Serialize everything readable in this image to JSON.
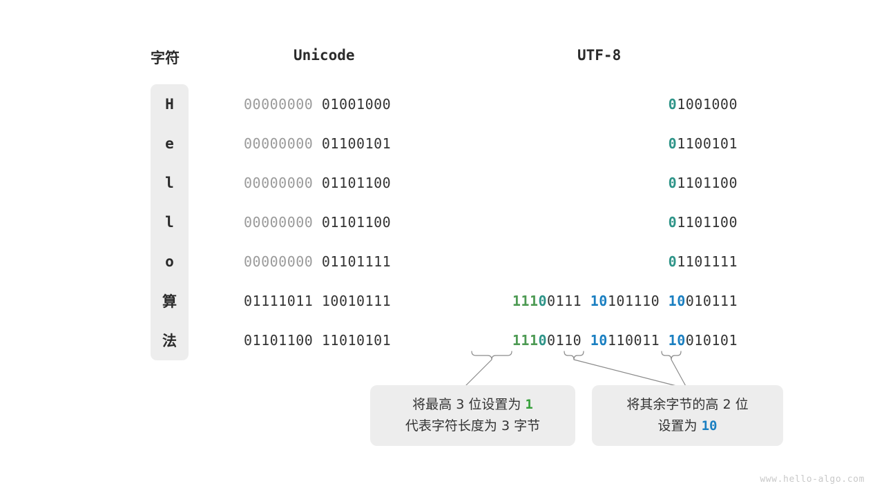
{
  "headers": {
    "character": "字符",
    "unicode": "Unicode",
    "utf8": "UTF-8"
  },
  "colors": {
    "badge_bg": "#ededed",
    "text_dark": "#333333",
    "text_dim": "#9a9a9a",
    "teal": "#2e9488",
    "green": "#4d9a53",
    "blue": "#1a7fc1",
    "callout_bg": "#ededed",
    "connector": "#8a8a8a",
    "watermark": "#c9c9c9"
  },
  "rows": [
    {
      "char": "H",
      "char_is_mono": true,
      "unicode": [
        {
          "text": "00000000",
          "style": "dim"
        },
        {
          "text": " ",
          "style": "dim"
        },
        {
          "text": "01001000",
          "style": "dark"
        }
      ],
      "utf8": [
        {
          "text": "0",
          "style": "teal"
        },
        {
          "text": "1001000",
          "style": "dark"
        }
      ]
    },
    {
      "char": "e",
      "char_is_mono": true,
      "unicode": [
        {
          "text": "00000000",
          "style": "dim"
        },
        {
          "text": " ",
          "style": "dim"
        },
        {
          "text": "01100101",
          "style": "dark"
        }
      ],
      "utf8": [
        {
          "text": "0",
          "style": "teal"
        },
        {
          "text": "1100101",
          "style": "dark"
        }
      ]
    },
    {
      "char": "l",
      "char_is_mono": true,
      "unicode": [
        {
          "text": "00000000",
          "style": "dim"
        },
        {
          "text": " ",
          "style": "dim"
        },
        {
          "text": "01101100",
          "style": "dark"
        }
      ],
      "utf8": [
        {
          "text": "0",
          "style": "teal"
        },
        {
          "text": "1101100",
          "style": "dark"
        }
      ]
    },
    {
      "char": "l",
      "char_is_mono": true,
      "unicode": [
        {
          "text": "00000000",
          "style": "dim"
        },
        {
          "text": " ",
          "style": "dim"
        },
        {
          "text": "01101100",
          "style": "dark"
        }
      ],
      "utf8": [
        {
          "text": "0",
          "style": "teal"
        },
        {
          "text": "1101100",
          "style": "dark"
        }
      ]
    },
    {
      "char": "o",
      "char_is_mono": true,
      "unicode": [
        {
          "text": "00000000",
          "style": "dim"
        },
        {
          "text": " ",
          "style": "dim"
        },
        {
          "text": "01101111",
          "style": "dark"
        }
      ],
      "utf8": [
        {
          "text": "0",
          "style": "teal"
        },
        {
          "text": "1101111",
          "style": "dark"
        }
      ]
    },
    {
      "char": "算",
      "char_is_mono": false,
      "unicode": [
        {
          "text": "01111011",
          "style": "dark"
        },
        {
          "text": " ",
          "style": "dark"
        },
        {
          "text": "10010111",
          "style": "dark"
        }
      ],
      "utf8": [
        {
          "text": "111",
          "style": "green"
        },
        {
          "text": "0",
          "style": "teal"
        },
        {
          "text": "0111 ",
          "style": "dark"
        },
        {
          "text": "10",
          "style": "blue"
        },
        {
          "text": "101110 ",
          "style": "dark"
        },
        {
          "text": "10",
          "style": "blue"
        },
        {
          "text": "010111",
          "style": "dark"
        }
      ]
    },
    {
      "char": "法",
      "char_is_mono": false,
      "unicode": [
        {
          "text": "01101100",
          "style": "dark"
        },
        {
          "text": " ",
          "style": "dark"
        },
        {
          "text": "11010101",
          "style": "dark"
        }
      ],
      "utf8": [
        {
          "text": "111",
          "style": "green"
        },
        {
          "text": "0",
          "style": "teal"
        },
        {
          "text": "0110 ",
          "style": "dark"
        },
        {
          "text": "10",
          "style": "blue"
        },
        {
          "text": "110011 ",
          "style": "dark"
        },
        {
          "text": "10",
          "style": "blue"
        },
        {
          "text": "010101",
          "style": "dark"
        }
      ]
    }
  ],
  "callouts": {
    "left": {
      "line1_pre": "将最高 3 位设置为 ",
      "line1_value": "1",
      "line2": "代表字符长度为 3 字节"
    },
    "right": {
      "line1": "将其余字节的高 2 位",
      "line2_pre": "设置为 ",
      "line2_value": "10"
    }
  },
  "watermark": "www.hello-algo.com"
}
